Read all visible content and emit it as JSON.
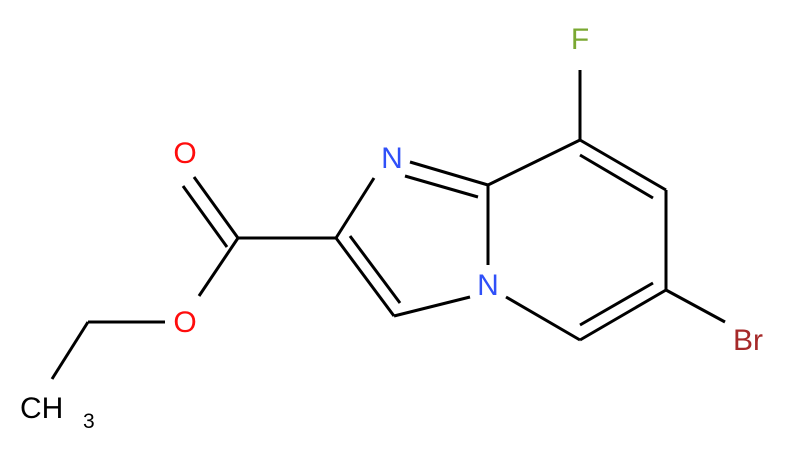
{
  "atoms": {
    "fluorine": "F",
    "oxygen_carbonyl": "O",
    "nitrogen_imine": "N",
    "nitrogen_bridge": "N",
    "oxygen_ester": "O",
    "bromine": "Br",
    "methyl_c": "CH",
    "methyl_sub": "3"
  },
  "colors": {
    "bond": "#000000",
    "fluorine": "#7aa832",
    "oxygen": "#ff0d0d",
    "nitrogen": "#3050f8",
    "bromine": "#a62929",
    "carbon": "#000000"
  }
}
